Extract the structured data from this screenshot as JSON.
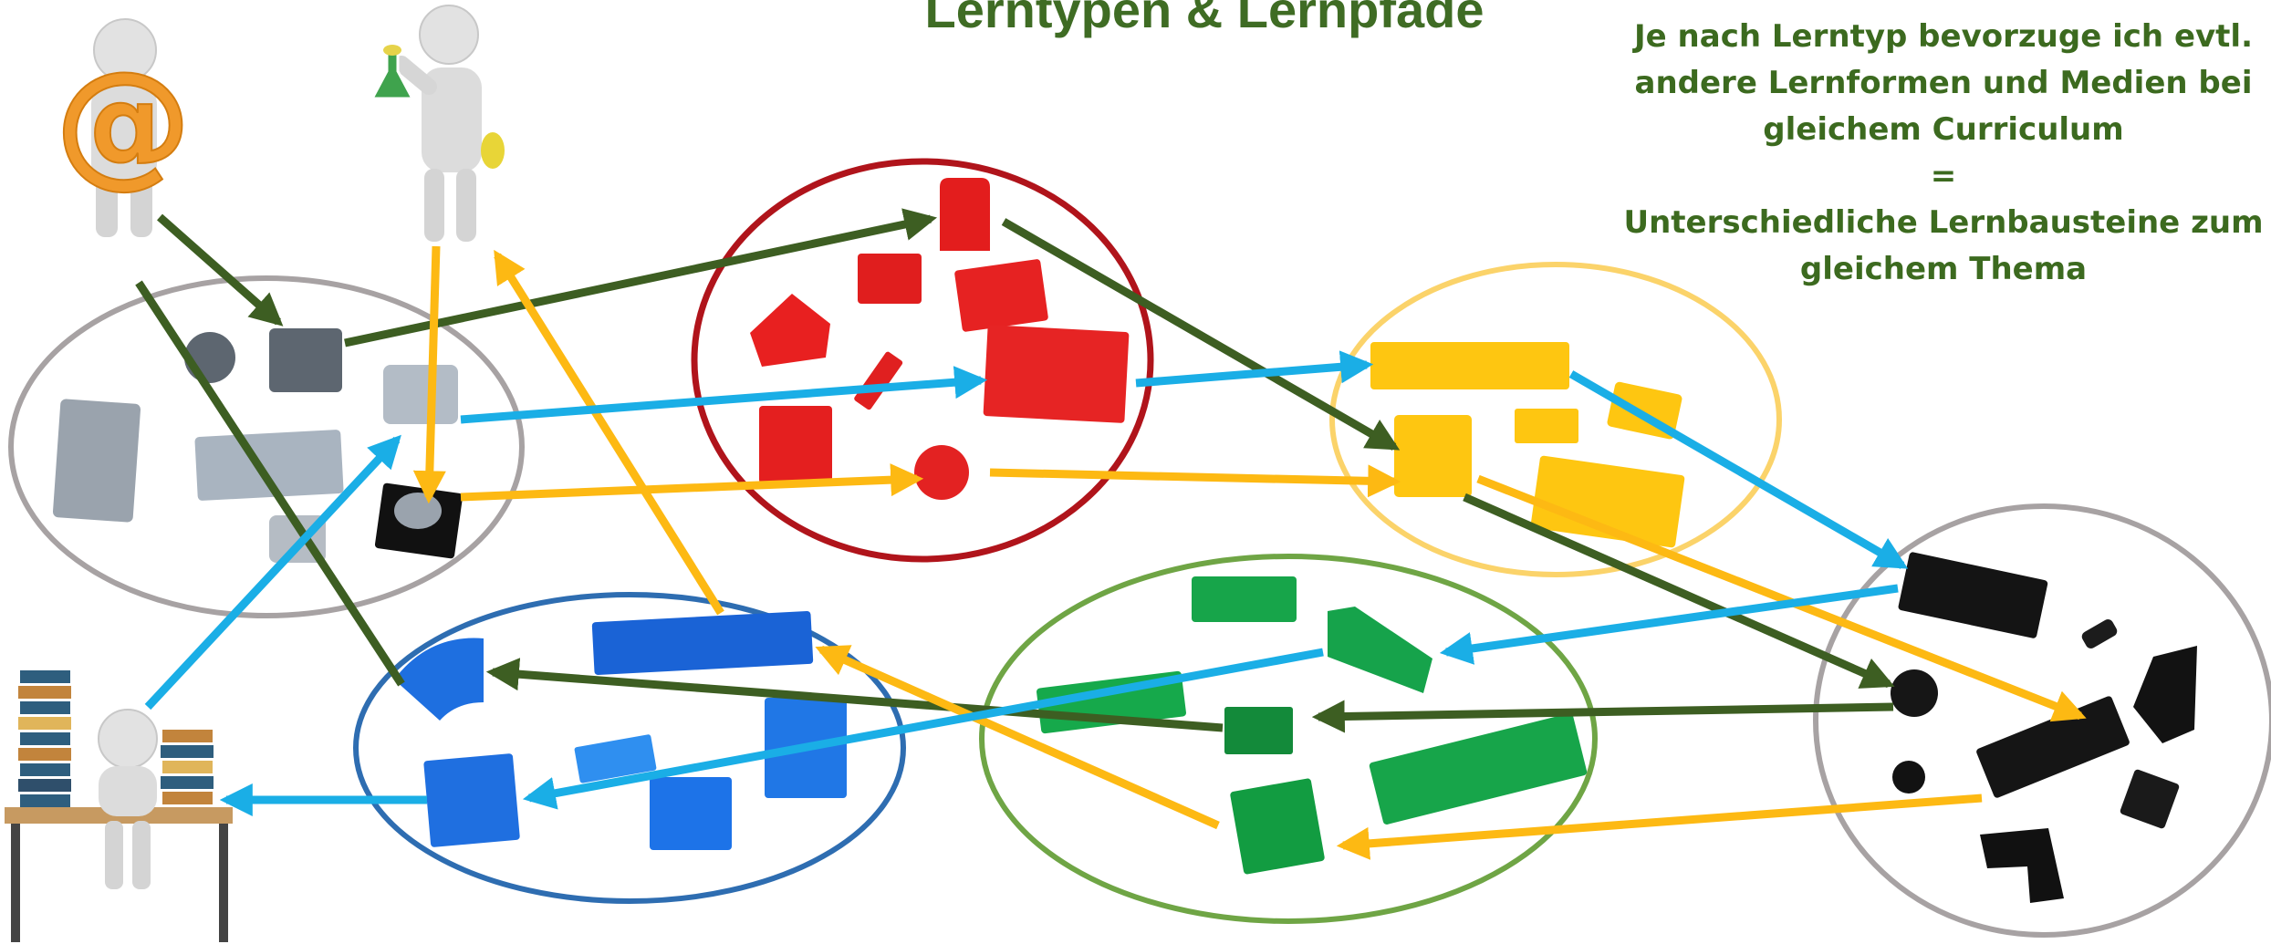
{
  "title": "Lerntypen & Lernpfade",
  "note": {
    "line1": "Je nach Lerntyp bevorzuge ich evtl.",
    "line2": "andere Lernformen und Medien bei",
    "line3": "gleichem Curriculum",
    "line4": "=",
    "line5": "Unterschiedliche Lernbausteine zum",
    "line6": "gleichem Thema"
  },
  "colors": {
    "path_dark_green": "#3d5e22",
    "path_yellow": "#fdb913",
    "path_light_blue": "#1aaee6",
    "circle_gray": "#a7a2a3",
    "circle_red": "#b0141b",
    "circle_yellow": "#fbd36a",
    "circle_blue": "#2e6db1",
    "circle_green": "#6fa545",
    "brick_gray": "#9aa3ad",
    "brick_red": "#ea2222",
    "brick_yellow": "#fec611",
    "brick_blue": "#1f6fe0",
    "brick_green": "#17a54a",
    "brick_black": "#141414"
  },
  "figures": [
    {
      "name": "figure-at-sign",
      "icon": "at-sign-person-icon"
    },
    {
      "name": "figure-scientist",
      "icon": "flask-person-icon"
    },
    {
      "name": "figure-reader",
      "icon": "book-stack-person-icon"
    }
  ],
  "clusters": [
    "gray",
    "red",
    "yellow",
    "blue",
    "green",
    "black"
  ]
}
